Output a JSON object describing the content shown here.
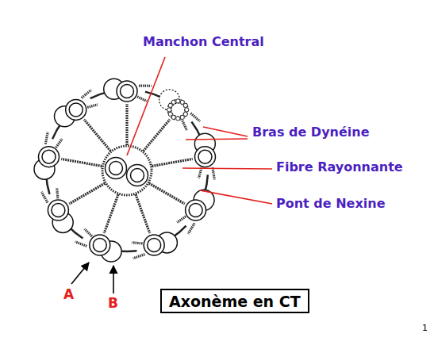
{
  "diagram": {
    "nodes": [
      {
        "text": [
          "Axonème en CT"
        ]
      }
    ],
    "labels": [
      "Manchon Central",
      "Bras de Dynéine",
      "Fibre Rayonnante",
      "Pont de Nexine",
      "A",
      "B",
      "1"
    ]
  }
}
